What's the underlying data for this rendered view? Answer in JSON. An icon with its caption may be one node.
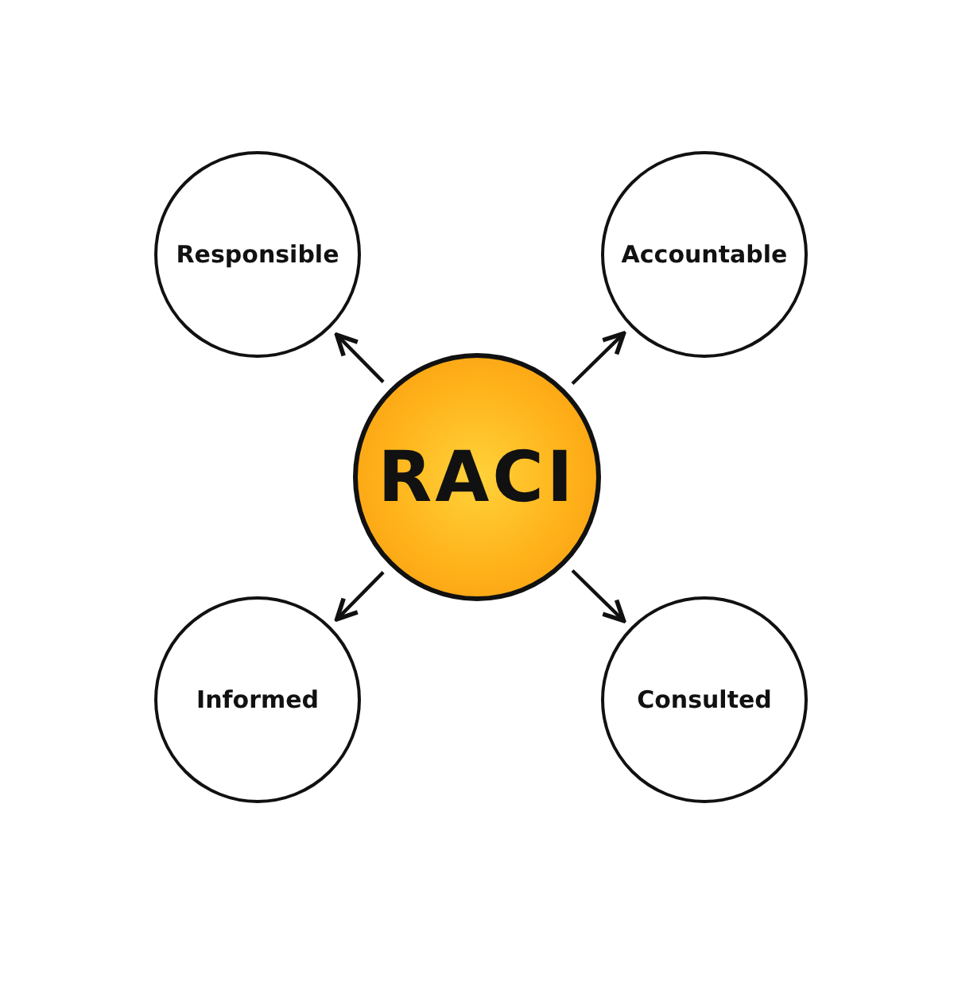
{
  "diagram": {
    "nodes": [
      {
        "text": [
          "RACI"
        ]
      },
      {
        "text": [
          "Responsible"
        ]
      },
      {
        "text": [
          "Accountable"
        ]
      },
      {
        "text": [
          "Informed"
        ]
      },
      {
        "text": [
          "Consulted"
        ]
      }
    ],
    "edges": [
      {
        "from": 0,
        "to": 1,
        "arrow": "to"
      },
      {
        "from": 0,
        "to": 2,
        "arrow": "to"
      },
      {
        "from": 0,
        "to": 3,
        "arrow": "to"
      },
      {
        "from": 0,
        "to": 4,
        "arrow": "to"
      }
    ]
  }
}
